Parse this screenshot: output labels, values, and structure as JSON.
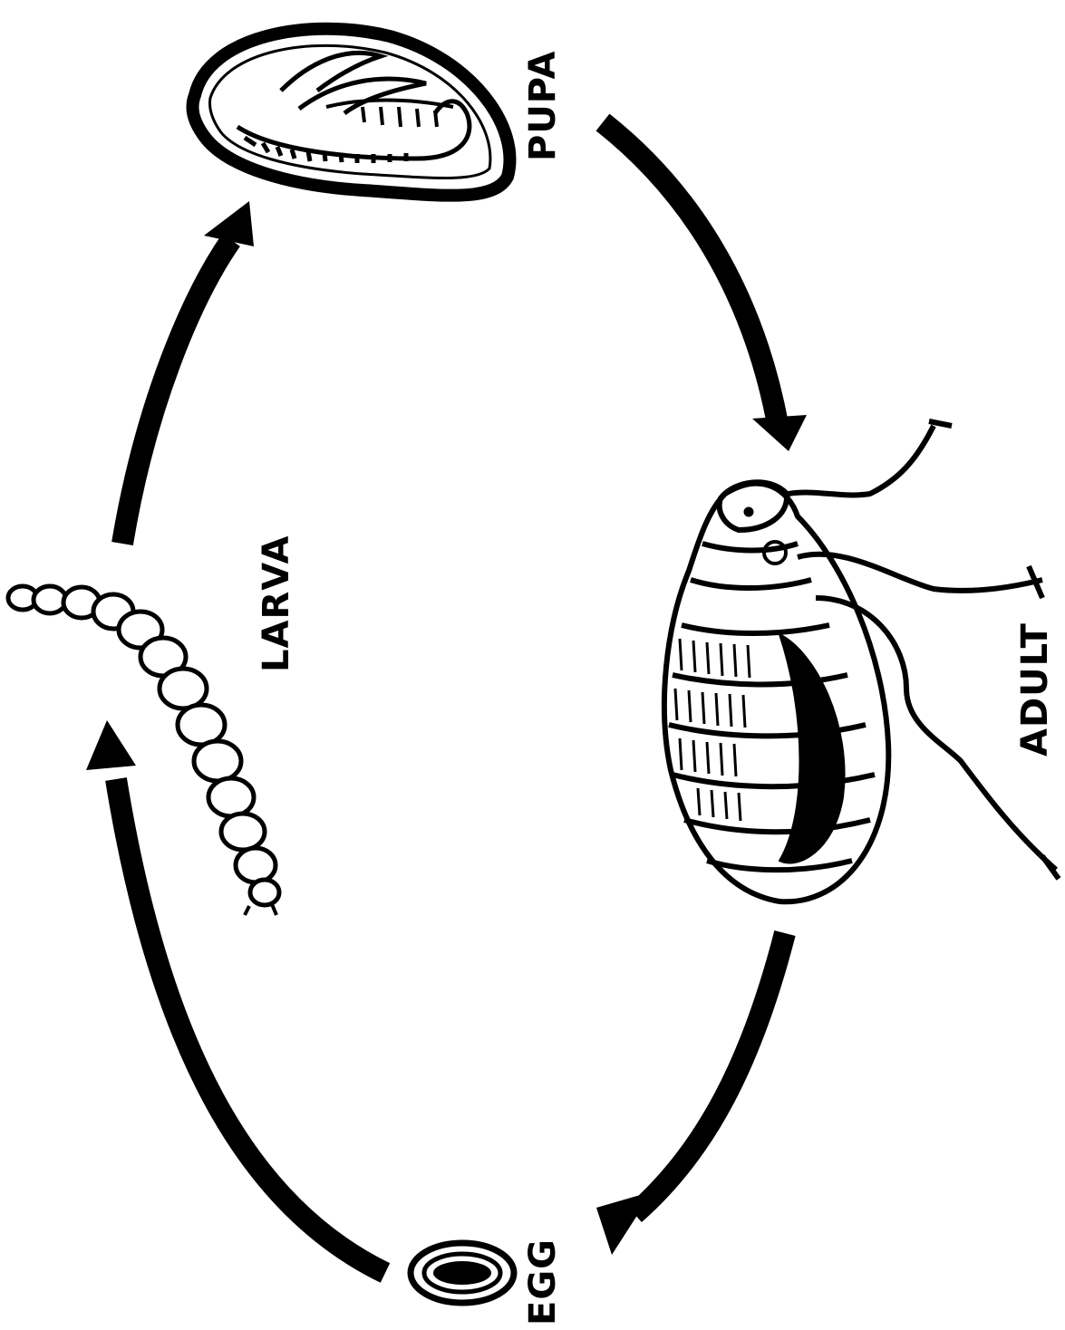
{
  "stages": {
    "pupa": "PUPA",
    "adult": "ADULT",
    "egg": "EGG",
    "larva": "LARVA"
  },
  "colors": {
    "ink": "#000000",
    "paper": "#ffffff"
  }
}
